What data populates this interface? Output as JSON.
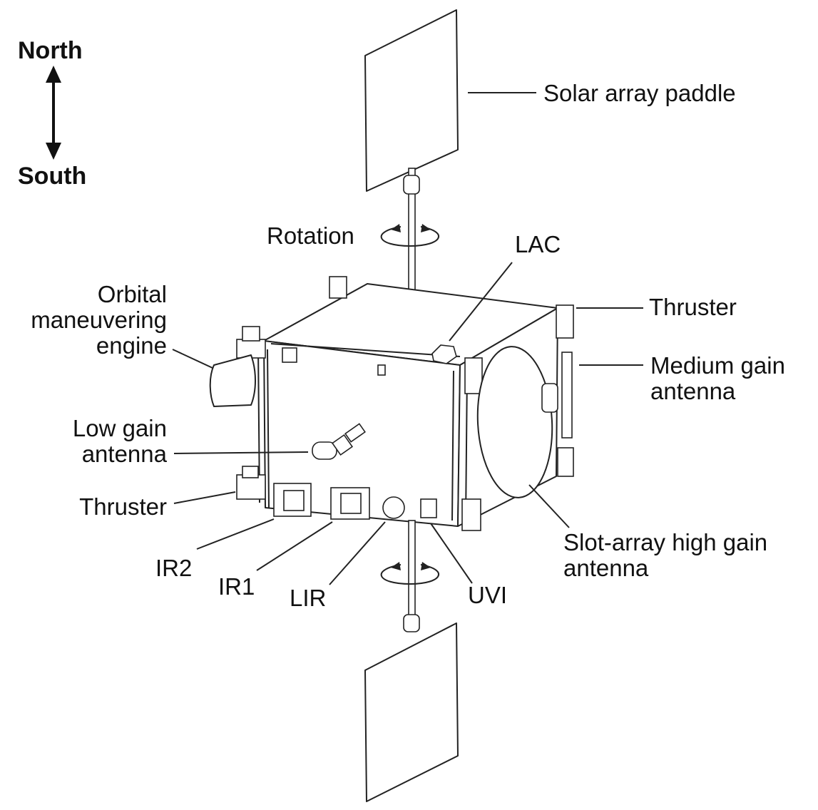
{
  "compass": {
    "north": "North",
    "south": "South"
  },
  "labels": {
    "solar_array_paddle": "Solar array paddle",
    "rotation": "Rotation",
    "lac": "LAC",
    "thruster_top": "Thruster",
    "orbital_engine": [
      "Orbital",
      "maneuvering",
      "engine"
    ],
    "medium_gain_antenna": [
      "Medium gain",
      "antenna"
    ],
    "low_gain_antenna": [
      "Low gain",
      "antenna"
    ],
    "thruster_bottom": "Thruster",
    "slot_array_antenna": [
      "Slot-array high gain",
      "antenna"
    ],
    "ir2": "IR2",
    "ir1": "IR1",
    "lir": "LIR",
    "uvi": "UVI"
  },
  "colors": {
    "line": "#222222",
    "background": "#ffffff"
  }
}
